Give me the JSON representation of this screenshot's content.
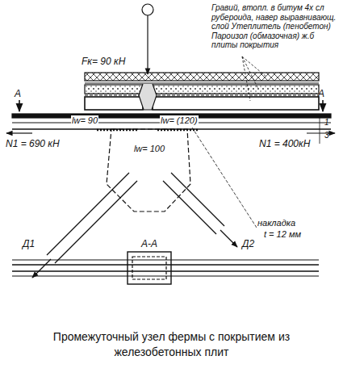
{
  "diagram": {
    "caption": "Промежуточный узел фермы с покрытием из железобетонных плит",
    "labels": [
      "Гравий, втопл. в битум 4х сл рубероида, навер выравнивающ. слой Утеплитель (пенобетон) Пароизол (обмазочная) ж.б плиты покрытия",
      "Fк= 90 кН",
      "A",
      "A",
      "lw= 90",
      "lw= (120)",
      "lw= 100",
      "N1 = 690 кН",
      "N1 = 400кН",
      "1",
      "3",
      "Д1",
      "Д2",
      "A-A",
      "накладка",
      "t = 12 мм"
    ]
  }
}
